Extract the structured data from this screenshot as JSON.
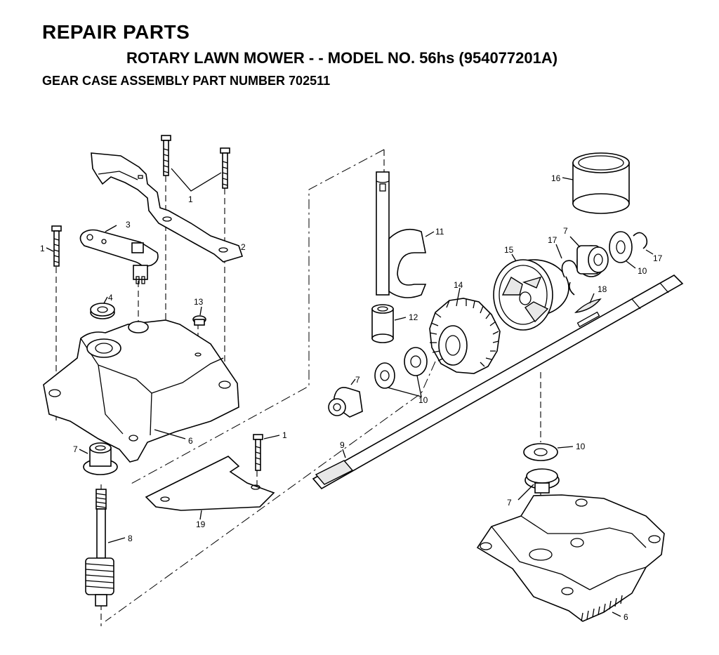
{
  "header": {
    "title": "REPAIR PARTS",
    "subtitle": "ROTARY LAWN MOWER - - MODEL NO. 56hs (954077201A)",
    "assembly": "GEAR CASE ASSEMBLY PART NUMBER 702511"
  },
  "callouts": [
    {
      "id": "c1a",
      "text": "1"
    },
    {
      "id": "c1b",
      "text": "1"
    },
    {
      "id": "c1c",
      "text": "1"
    },
    {
      "id": "c2",
      "text": "2"
    },
    {
      "id": "c3",
      "text": "3"
    },
    {
      "id": "c4",
      "text": "4"
    },
    {
      "id": "c6a",
      "text": "6"
    },
    {
      "id": "c6b",
      "text": "6"
    },
    {
      "id": "c7a",
      "text": "7"
    },
    {
      "id": "c7b",
      "text": "7"
    },
    {
      "id": "c7c",
      "text": "7"
    },
    {
      "id": "c7d",
      "text": "7"
    },
    {
      "id": "c8",
      "text": "8"
    },
    {
      "id": "c9",
      "text": "9"
    },
    {
      "id": "c10a",
      "text": "10"
    },
    {
      "id": "c10b",
      "text": "10"
    },
    {
      "id": "c10c",
      "text": "10"
    },
    {
      "id": "c11",
      "text": "11"
    },
    {
      "id": "c12",
      "text": "12"
    },
    {
      "id": "c13",
      "text": "13"
    },
    {
      "id": "c14",
      "text": "14"
    },
    {
      "id": "c15",
      "text": "15"
    },
    {
      "id": "c16",
      "text": "16"
    },
    {
      "id": "c17a",
      "text": "17"
    },
    {
      "id": "c17b",
      "text": "17"
    },
    {
      "id": "c18",
      "text": "18"
    },
    {
      "id": "c19",
      "text": "19"
    }
  ]
}
